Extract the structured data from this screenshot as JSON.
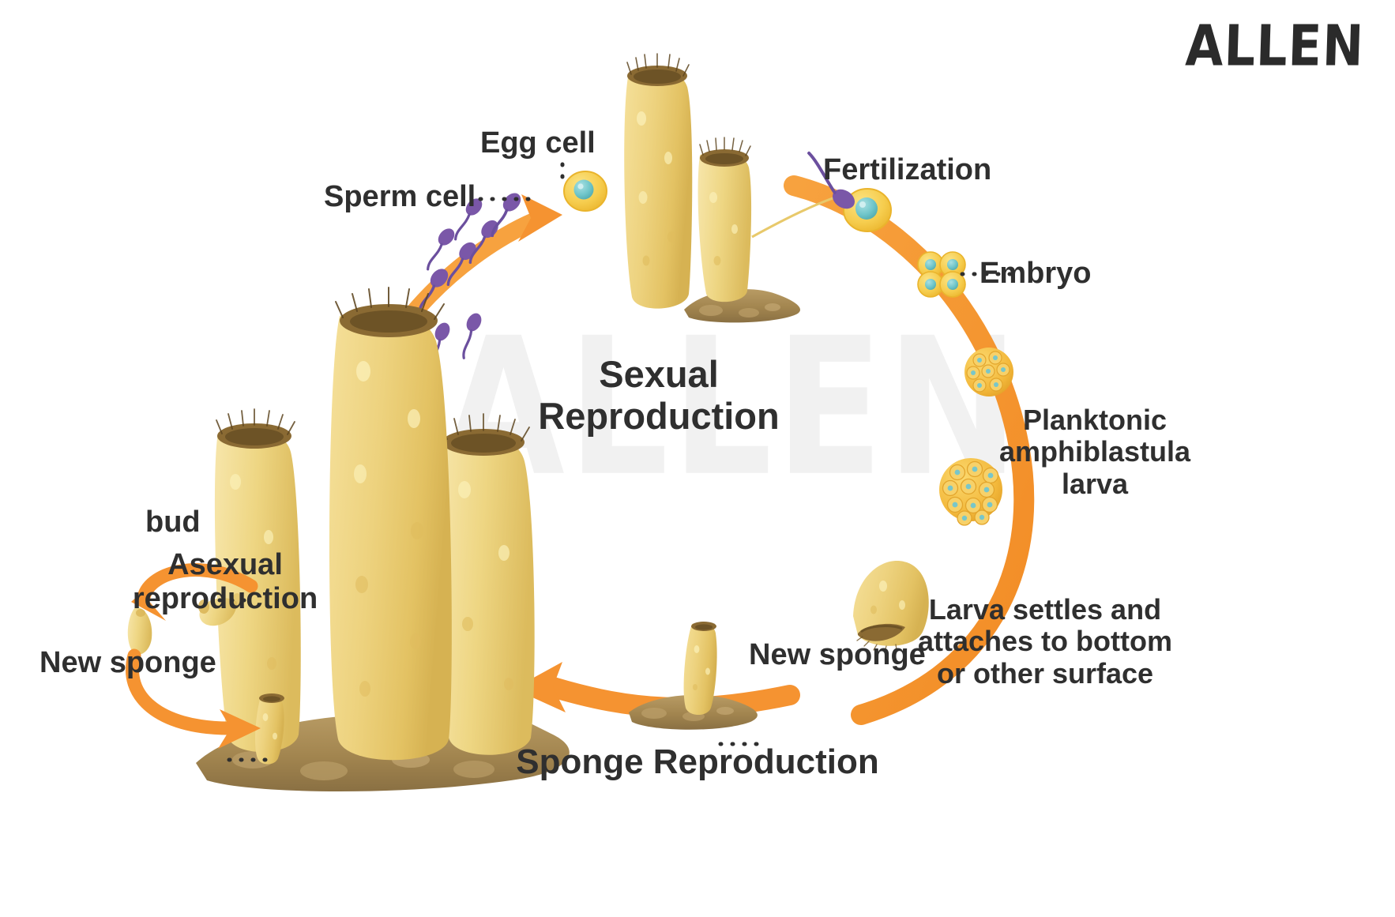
{
  "brand": {
    "logo_text": "ALLEN",
    "watermark_text": "ALLEN"
  },
  "figure": {
    "bottom_title": "Sponge Reproduction",
    "center_title_line1": "Sexual",
    "center_title_line2": "Reproduction",
    "center_title": "Sexual\nReproduction"
  },
  "labels": {
    "egg_cell": "Egg cell",
    "sperm_cell": "Sperm cell",
    "fertilization": "Fertilization",
    "embryo": "Embryo",
    "larva": "Planktonic\namphiblastula\nlarva",
    "settles": "Larva settles and\nattaches to bottom\nor other surface",
    "new_sponge_right": "New sponge",
    "new_sponge_left": "New sponge",
    "bud": "bud",
    "asexual": "Asexual\nreproduction"
  },
  "colors": {
    "sponge_light": "#f2da8a",
    "sponge_mid": "#e8c96b",
    "sponge_dark": "#d9b455",
    "sponge_highlight": "#faeeb4",
    "osculum_dark": "#8a6a33",
    "osculum_inner": "#6d5326",
    "rock_light": "#b79a63",
    "rock_mid": "#a08450",
    "rock_dark": "#8a7043",
    "arrow_orange": "#f59331",
    "arrow_orange_light": "#f9a74d",
    "sperm_purple": "#6b4f9e",
    "sperm_head": "#7a57a8",
    "egg_yellow": "#f7cf52",
    "egg_outline": "#eeb52f",
    "nucleus_teal": "#6fc5c9",
    "text_dark": "#2f2f2f",
    "watermark_gray": "#f1f1f1",
    "background": "#ffffff"
  },
  "cycle": {
    "stages": [
      "Sperm cell",
      "Egg cell",
      "Fertilization",
      "Embryo",
      "Planktonic amphiblastula larva",
      "Larva settles and attaches to bottom or other surface",
      "New sponge"
    ],
    "asexual_stages": [
      "bud",
      "New sponge"
    ]
  }
}
